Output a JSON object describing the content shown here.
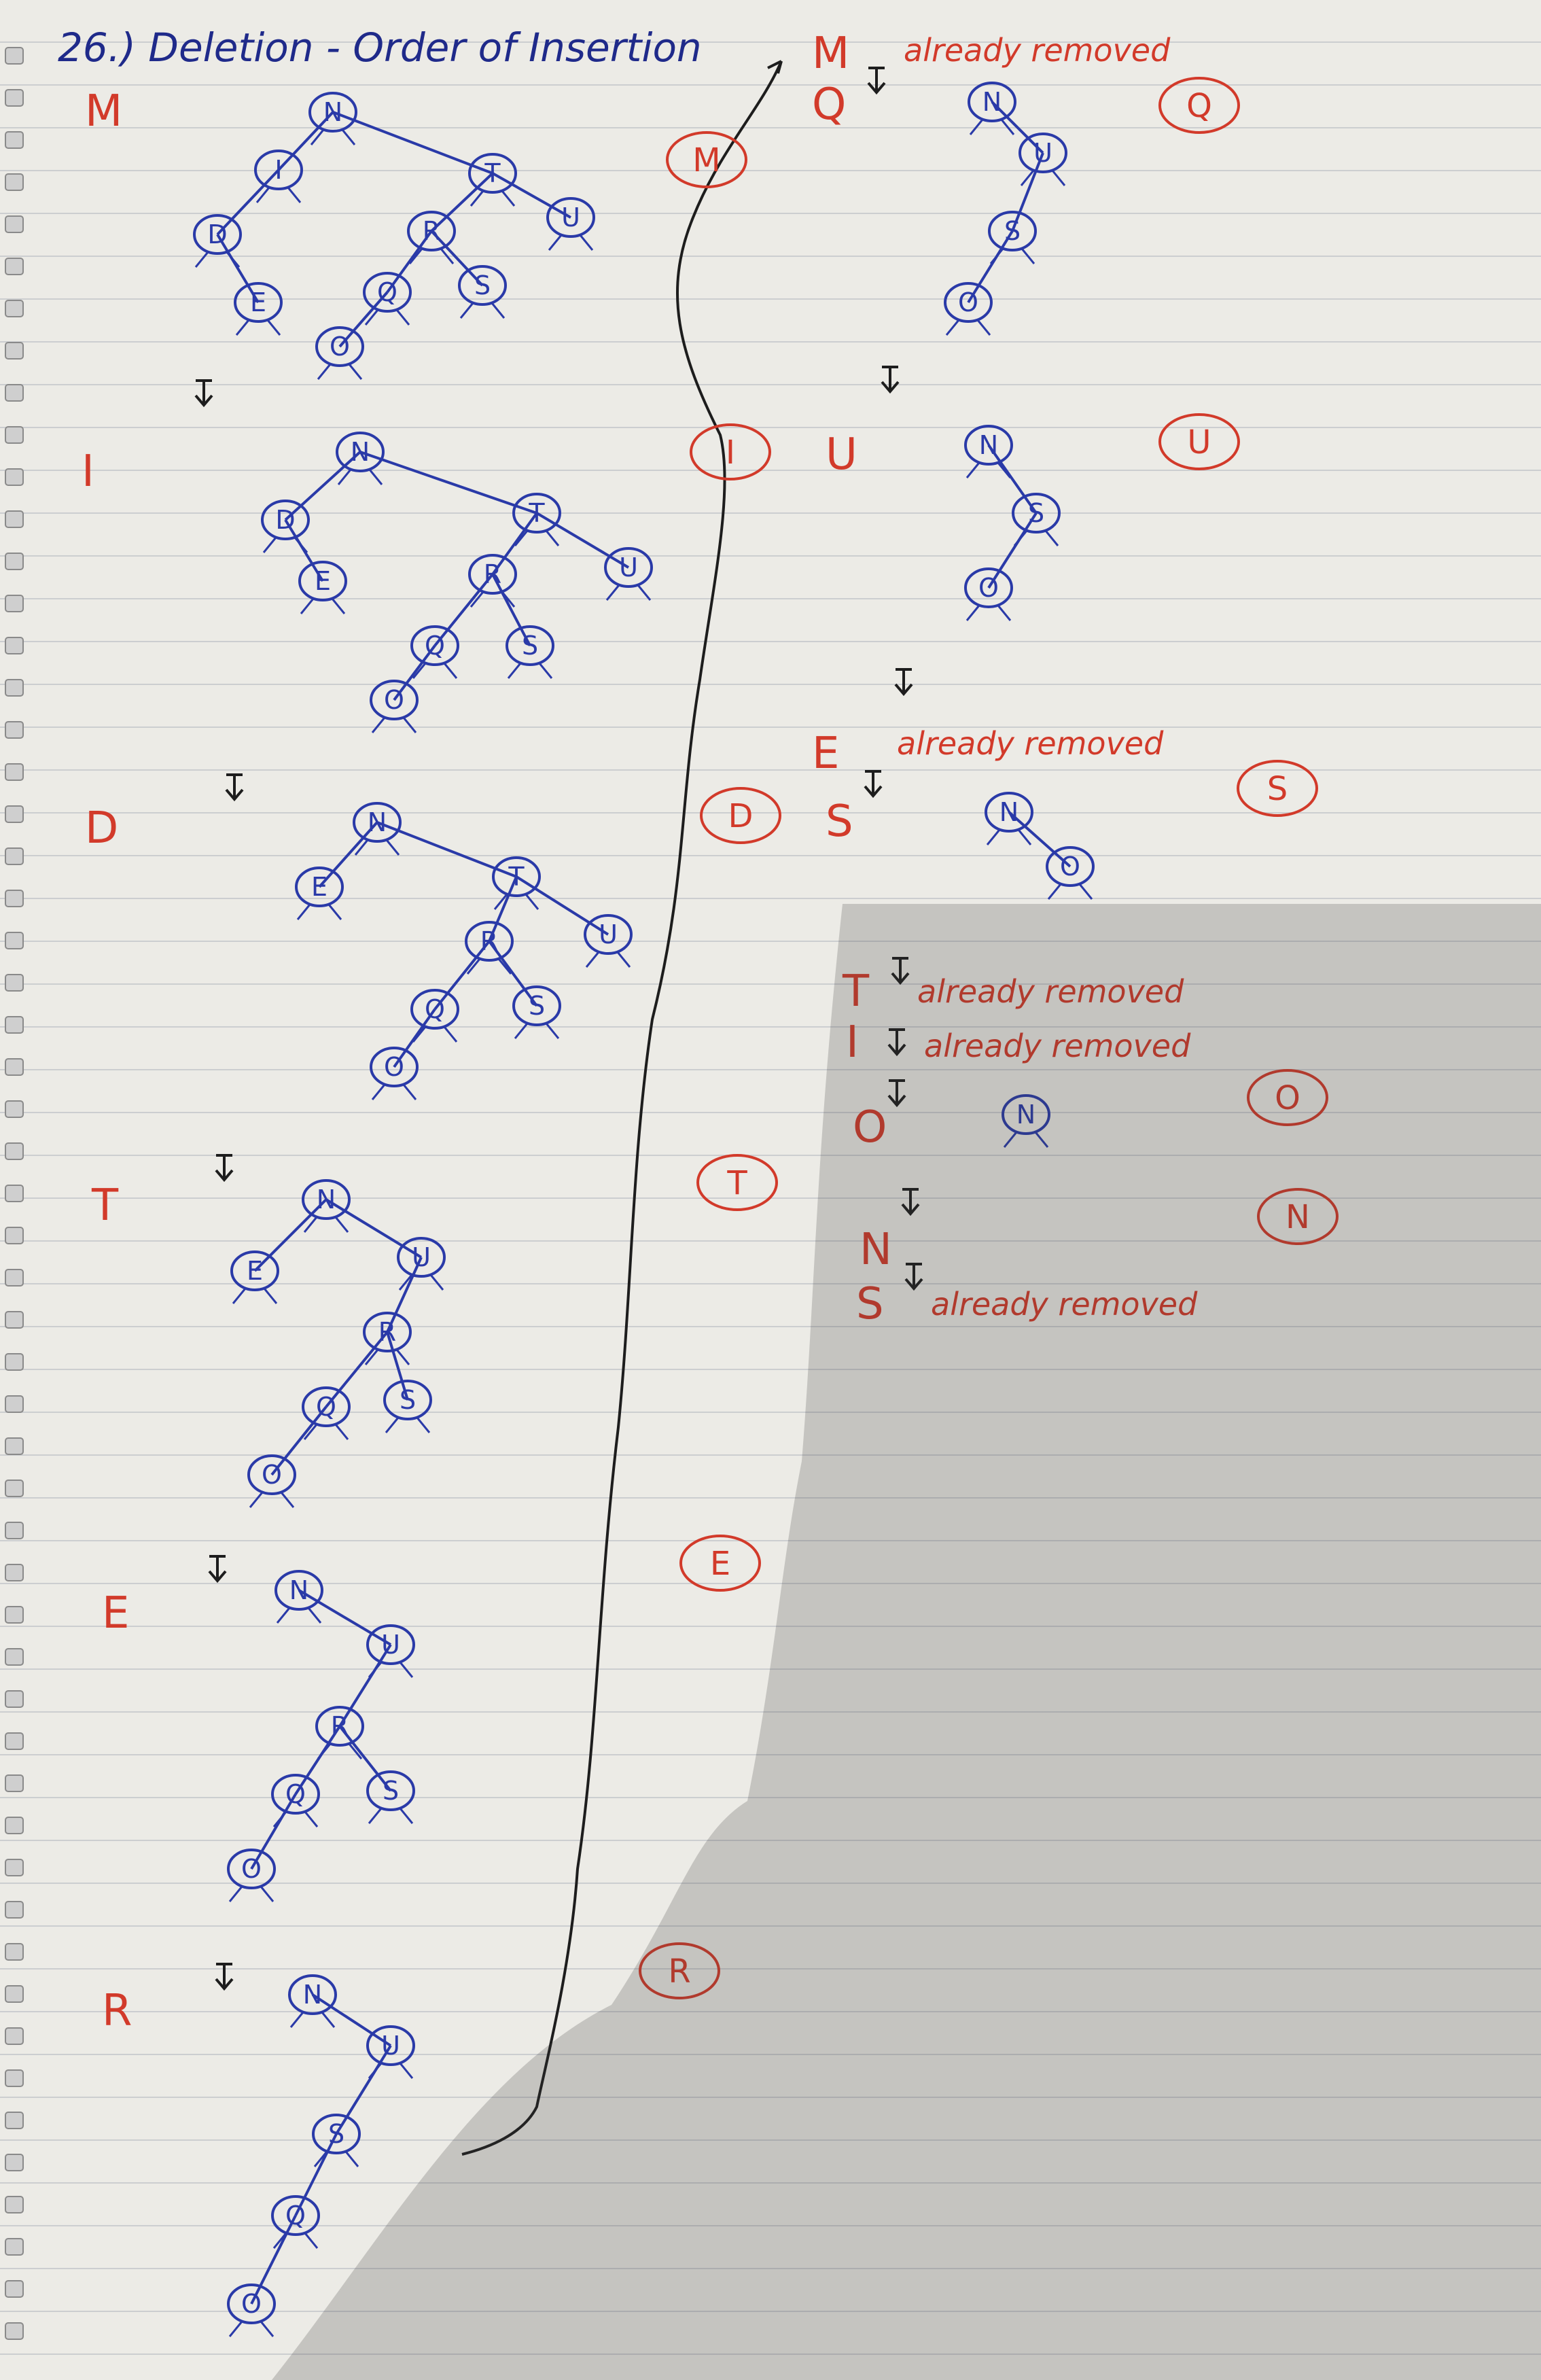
{
  "heading": "26.) Deletion - Order of Insertion",
  "colors": {
    "tree_ink": "#2a3aa8",
    "red_ink": "#d23a2a",
    "black_ink": "#1d1d1d",
    "paper": "#ecebe6"
  },
  "left_column_steps": [
    {
      "letter": "M",
      "circled": "M"
    },
    {
      "letter": "I",
      "circled": "I"
    },
    {
      "letter": "D",
      "circled": "D"
    },
    {
      "letter": "T",
      "circled": "T"
    },
    {
      "letter": "E",
      "circled": "E"
    },
    {
      "letter": "R",
      "circled": "R"
    }
  ],
  "right_column_steps": [
    {
      "letter": "M",
      "note": "already removed"
    },
    {
      "letter": "Q",
      "circled": "Q"
    },
    {
      "letter": "U",
      "circled": "U"
    },
    {
      "letter": "E",
      "note": "already removed"
    },
    {
      "letter": "S",
      "circled": "S"
    },
    {
      "letter": "T",
      "note": "already removed"
    },
    {
      "letter": "I",
      "note": "already removed"
    },
    {
      "letter": "O",
      "circled": "O"
    },
    {
      "letter": "N",
      "circled": "N"
    },
    {
      "letter": "S",
      "note": "already removed"
    }
  ],
  "trees": {
    "t1": [
      "N",
      "I",
      "T",
      "D",
      "R",
      "U",
      "E",
      "Q",
      "S",
      "O"
    ],
    "t2": [
      "N",
      "D",
      "T",
      "E",
      "R",
      "U",
      "Q",
      "S",
      "O"
    ],
    "t3": [
      "N",
      "E",
      "T",
      "R",
      "U",
      "Q",
      "S",
      "O"
    ],
    "t4": [
      "N",
      "E",
      "U",
      "R",
      "Q",
      "S",
      "O"
    ],
    "t5": [
      "N",
      "U",
      "R",
      "Q",
      "S",
      "O"
    ],
    "t6": [
      "N",
      "U",
      "S",
      "Q",
      "O"
    ],
    "t7": [
      "N",
      "U",
      "S",
      "O"
    ],
    "t8": [
      "N",
      "S",
      "O"
    ],
    "t9": [
      "N",
      "O"
    ],
    "t10": [
      "N"
    ]
  }
}
